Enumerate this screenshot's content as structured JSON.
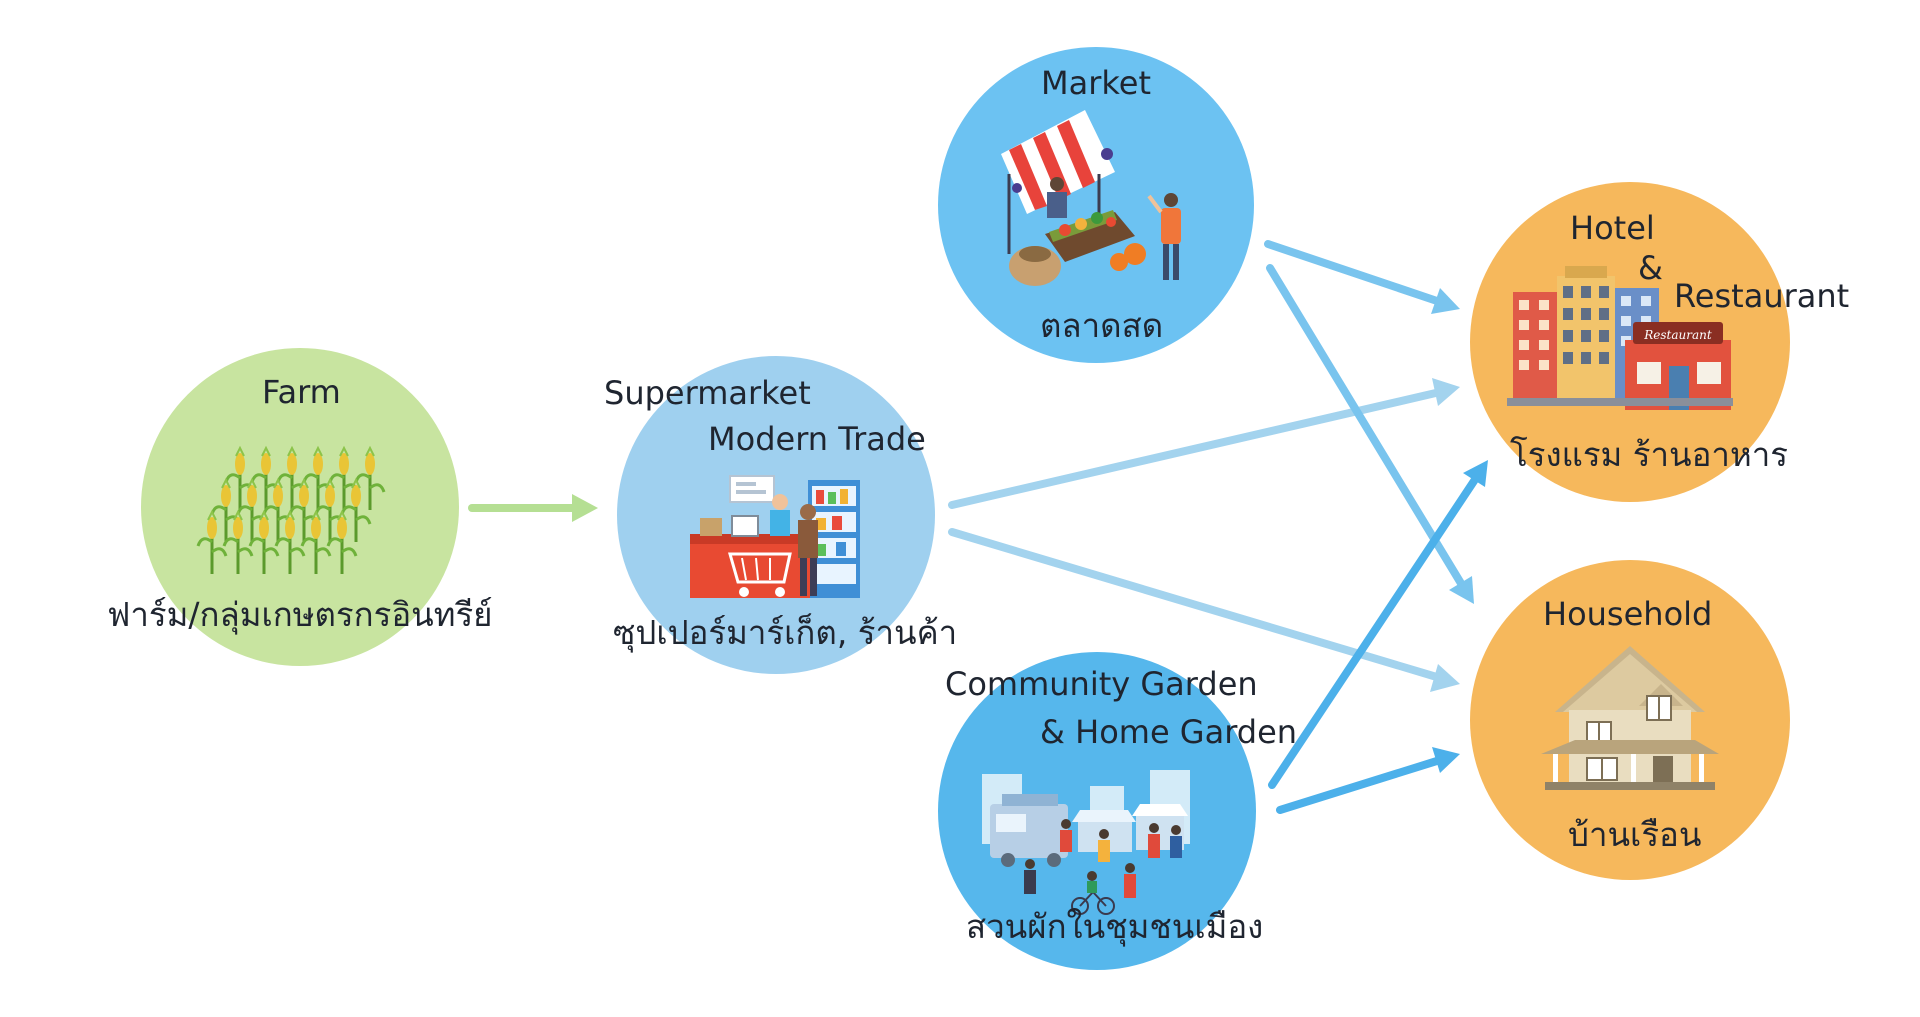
{
  "nodes": {
    "farm": {
      "label_en": "Farm",
      "label_th": "ฟาร์ม/กลุ่มเกษตรกรอินทรีย์",
      "color": "#c8e4a0",
      "icon": "corn-field-icon"
    },
    "supermarket": {
      "label_en_1": "Supermarket",
      "label_en_2": "Modern Trade",
      "label_th": "ซุปเปอร์มาร์เก็ต, ร้านค้า",
      "color": "#9fd0ef",
      "icon": "checkout-counter-icon"
    },
    "market": {
      "label_en": "Market",
      "label_th": "ตลาดสด",
      "color": "#6cc2f2",
      "icon": "market-stall-icon"
    },
    "community_garden": {
      "label_en_1": "Community Garden",
      "label_en_2": "& Home Garden",
      "label_th": "สวนผักในชุมชนเมือง",
      "color": "#56b7ec",
      "icon": "street-market-icon"
    },
    "hotel": {
      "label_en_1": "Hotel",
      "label_en_2": "&",
      "label_en_3": "Restaurant",
      "label_th": "โรงแรม ร้านอาหาร",
      "sign_text": "Restaurant",
      "color": "#f6b85c",
      "icon": "hotel-restaurant-icon"
    },
    "household": {
      "label_en": "Household",
      "label_th": "บ้านเรือน",
      "color": "#f6b85c",
      "icon": "house-icon"
    }
  },
  "edges": [
    {
      "from": "farm",
      "to": "supermarket",
      "color": "#b5df93"
    },
    {
      "from": "supermarket",
      "to": "hotel",
      "color": "#a3d3ee"
    },
    {
      "from": "supermarket",
      "to": "household",
      "color": "#a3d3ee"
    },
    {
      "from": "market",
      "to": "hotel",
      "color": "#79c4ee"
    },
    {
      "from": "market",
      "to": "household",
      "color": "#79c4ee"
    },
    {
      "from": "community_garden",
      "to": "hotel",
      "color": "#4cb0ea"
    },
    {
      "from": "community_garden",
      "to": "household",
      "color": "#4cb0ea"
    }
  ]
}
